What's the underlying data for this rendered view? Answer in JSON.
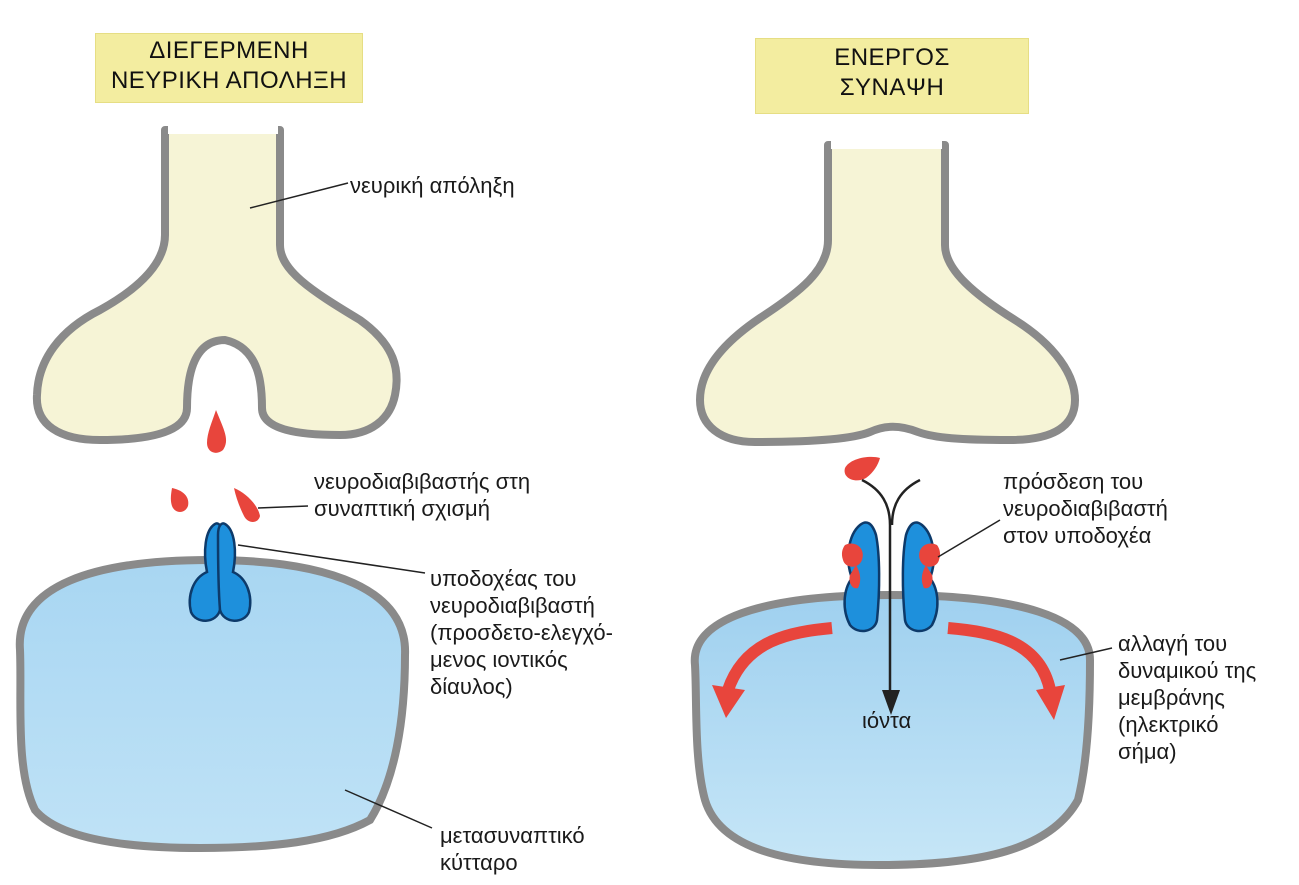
{
  "left_panel": {
    "title_lines": [
      "ΔΙΕΓΕΡΜΕΝΗ",
      "ΝΕΥΡΙΚΗ ΑΠΟΛΗΞΗ"
    ],
    "labels": {
      "nerve_ending": "νευρική απόληξη",
      "transmitter_lines": [
        "νευροδιαβιβαστής στη",
        "συναπτική σχισμή"
      ],
      "receptor_lines": [
        "υποδοχέας του",
        "νευροδιαβιβαστή",
        "(προσδετο-ελεγχό-",
        "μενος ιοντικός",
        "δίαυλος)"
      ],
      "postsynaptic_lines": [
        "μετασυναπτικό",
        "κύτταρο"
      ]
    }
  },
  "right_panel": {
    "title_lines": [
      "ΕΝΕΡΓΟΣ",
      "ΣΥΝΑΨΗ"
    ],
    "labels": {
      "binding_lines": [
        "πρόσδεση του",
        "νευροδιαβιβαστή",
        "στον υποδοχέα"
      ],
      "ions": "ιόντα",
      "potential_lines": [
        "αλλαγή του",
        "δυναμικού της",
        "μεμβράνης",
        "(ηλεκτρικό",
        "σήμα)"
      ]
    }
  },
  "colors": {
    "terminal_fill": "#f6f4d6",
    "membrane": "#8a8a8a",
    "cell_fill": "#b4dcf4",
    "receptor": "#1e90dc",
    "transmitter": "#e8453c",
    "title_bg": "#f3eda0"
  }
}
